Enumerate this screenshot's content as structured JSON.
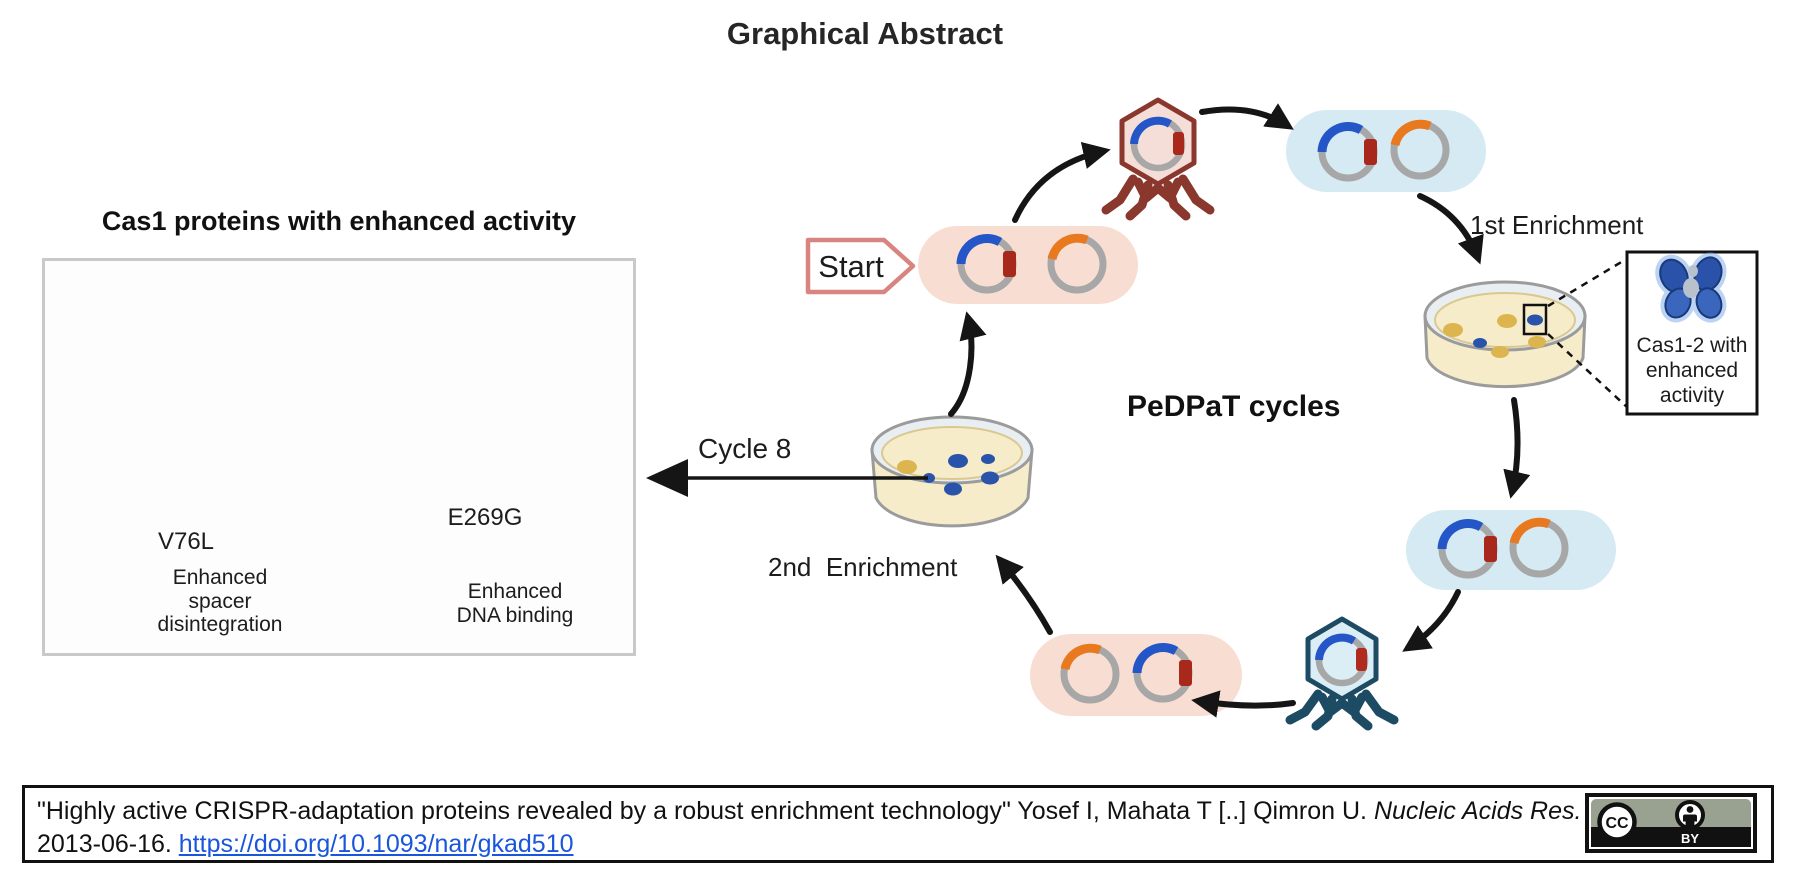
{
  "page": {
    "title": "Graphical Abstract"
  },
  "left_panel": {
    "title": "Cas1 proteins with enhanced activity",
    "left_protein": {
      "mutation_label": "V76L",
      "caption": "Enhanced\nspacer\ndisintegration",
      "icon": "broken-chain-icon"
    },
    "right_protein": {
      "mutation_label": "E269G",
      "caption": "Enhanced\nDNA binding",
      "icon": "chain-link-icon"
    }
  },
  "cycle": {
    "center_label": "PeDPaT cycles",
    "start_label": "Start",
    "first_enrichment_label": "1st Enrichment",
    "second_enrichment_label": "2nd  Enrichment",
    "cycle8_label": "Cycle 8",
    "callout_text": "Cas1-2 with\nenhanced\nactivity"
  },
  "citation": {
    "line1_text": "\"Highly active CRISPR-adaptation proteins revealed by a robust enrichment technology\" Yosef I, Mahata T [..] Qimron U. ",
    "journal_italic": "Nucleic Acids Res.",
    "line2_date": "2013-06-16. ",
    "doi_link": "https://doi.org/10.1093/nar/gkad510",
    "license": {
      "cc_label": "CC",
      "by_label": "BY"
    }
  },
  "icons": {
    "spacer_disintegration": "broken-chain-icon",
    "dna_binding": "chain-link-icon",
    "license_marks": [
      "cc-icon",
      "person-icon"
    ]
  },
  "theme_colors": {
    "pill_pink": "#f8ded2",
    "pill_blue": "#d5eaf2",
    "plasmid_gray": "#a7a7a7",
    "plasmid_blue": "#2456c8",
    "plasmid_orange": "#e9791f",
    "plasmid_red": "#a9281c",
    "phage_red": "#8a372e",
    "phage_red_fill": "#f6ded8",
    "phage_teal": "#1d4b63",
    "phage_teal_fill": "#dbeef6",
    "agar_cream": "#f7ecca",
    "dish_rim": "#e9eef3",
    "colony_blue": "#2a54aa",
    "colony_yellow": "#ddb54e",
    "start_border": "#d88480",
    "link_blue": "#1a56db",
    "protein_dark": "#3e3e3e",
    "protein_salmon": "#cd6e64",
    "cas12_blue": "#2a52a8"
  }
}
